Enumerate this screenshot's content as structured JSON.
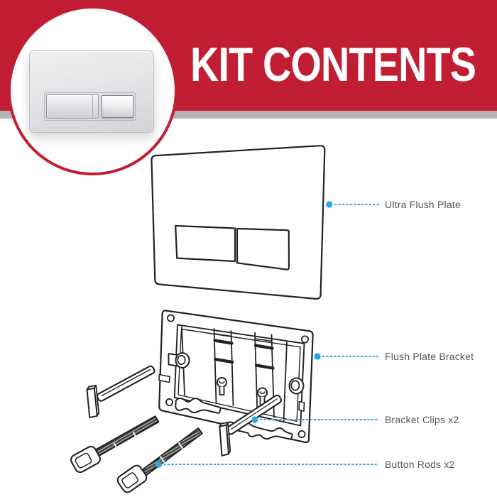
{
  "header": {
    "title": "KIT CONTENTS"
  },
  "theme": {
    "banner_red": "#C21E33",
    "stripe_gray": "#B4B4B4",
    "accent_cyan": "#2AA7DE",
    "line_dark": "#222222",
    "label_text": "#55565A"
  },
  "inset": {
    "image": "chrome-dual-flush-plate-photo"
  },
  "callouts": [
    {
      "label": "Ultra Flush Plate"
    },
    {
      "label": "Flush Plate Bracket"
    },
    {
      "label": "Bracket Clips x2"
    },
    {
      "label": "Button Rods x2"
    }
  ]
}
